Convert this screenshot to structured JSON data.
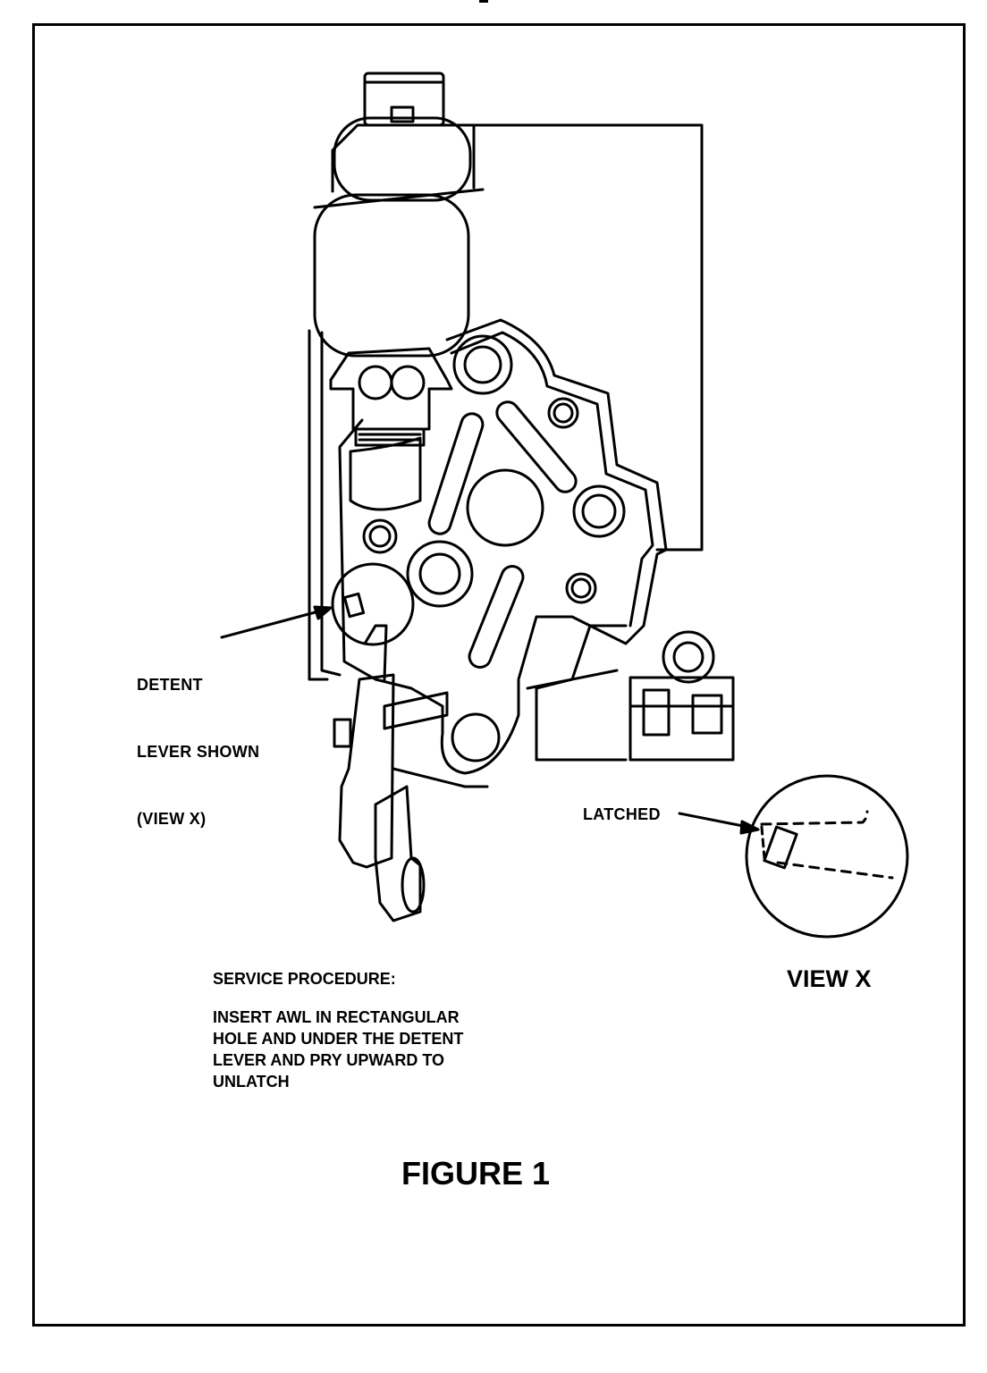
{
  "figure": {
    "title": "FIGURE 1"
  },
  "callouts": {
    "detent": [
      "DETENT",
      "LEVER SHOWN",
      "(VIEW X)"
    ],
    "latched": "LATCHED"
  },
  "view": {
    "title": "VIEW X"
  },
  "procedure": {
    "heading": "SERVICE PROCEDURE:",
    "lines": [
      "INSERT AWL IN RECTANGULAR",
      "HOLE AND UNDER THE DETENT",
      "LEVER AND PRY UPWARD TO",
      "UNLATCH"
    ]
  }
}
